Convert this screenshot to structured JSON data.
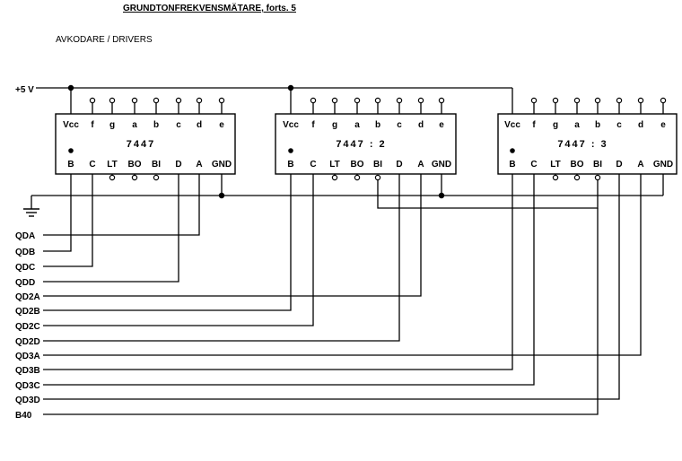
{
  "header": {
    "title": "GRUNDTONFREKVENSMÄTARE, forts. 5",
    "subtitle": "AVKODARE / DRIVERS"
  },
  "supply_label": "+5 V",
  "chips": [
    {
      "name": "7447",
      "top_pins": [
        "Vcc",
        "f",
        "g",
        "a",
        "b",
        "c",
        "d",
        "e"
      ],
      "bottom_pins": [
        "B",
        "C",
        "LT",
        "BO",
        "BI",
        "D",
        "A",
        "GND"
      ]
    },
    {
      "name": "7447 : 2",
      "top_pins": [
        "Vcc",
        "f",
        "g",
        "a",
        "b",
        "c",
        "d",
        "e"
      ],
      "bottom_pins": [
        "B",
        "C",
        "LT",
        "BO",
        "BI",
        "D",
        "A",
        "GND"
      ]
    },
    {
      "name": "7447 : 3",
      "top_pins": [
        "Vcc",
        "f",
        "g",
        "a",
        "b",
        "c",
        "d",
        "e"
      ],
      "bottom_pins": [
        "B",
        "C",
        "LT",
        "BO",
        "BI",
        "D",
        "A",
        "GND"
      ]
    }
  ],
  "signals": [
    "QDA",
    "QDB",
    "QDC",
    "QDD",
    "QD2A",
    "QD2B",
    "QD2C",
    "QD2D",
    "QD3A",
    "QD3B",
    "QD3C",
    "QD3D",
    "B40"
  ]
}
